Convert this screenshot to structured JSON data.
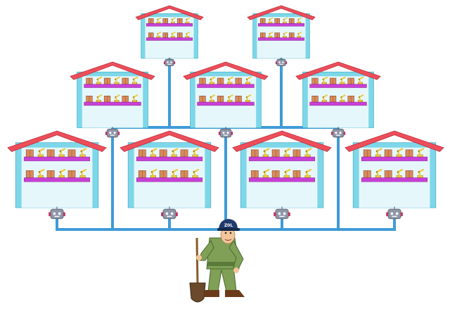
{
  "figure": {
    "structure": "tree",
    "levels": [
      {
        "level": 1,
        "warehouse_count": 2
      },
      {
        "level": 2,
        "warehouse_count": 3
      },
      {
        "level": 3,
        "warehouse_count": 4
      }
    ],
    "warehouse": {
      "shelf_rows": 2,
      "items_per_row": 6,
      "robot_icon": "robot-head-icon",
      "item_icons": [
        "box-icon",
        "robotic-arm-icon"
      ]
    },
    "operator": {
      "icon": "worker-with-shovel-icon",
      "cap_text": "Z0L"
    },
    "colors": {
      "roof": "#ee4d5a",
      "wall": "#7dd7e8",
      "wall_inner": "#e6f7fc",
      "pipe": "#3f9bd6",
      "shelf": "#c940d6",
      "box": "#d98b5a",
      "arm": "#f0c93a",
      "robot": "#8e96a8",
      "uniform": "#7fa056",
      "cap": "#1f3a6b"
    }
  }
}
